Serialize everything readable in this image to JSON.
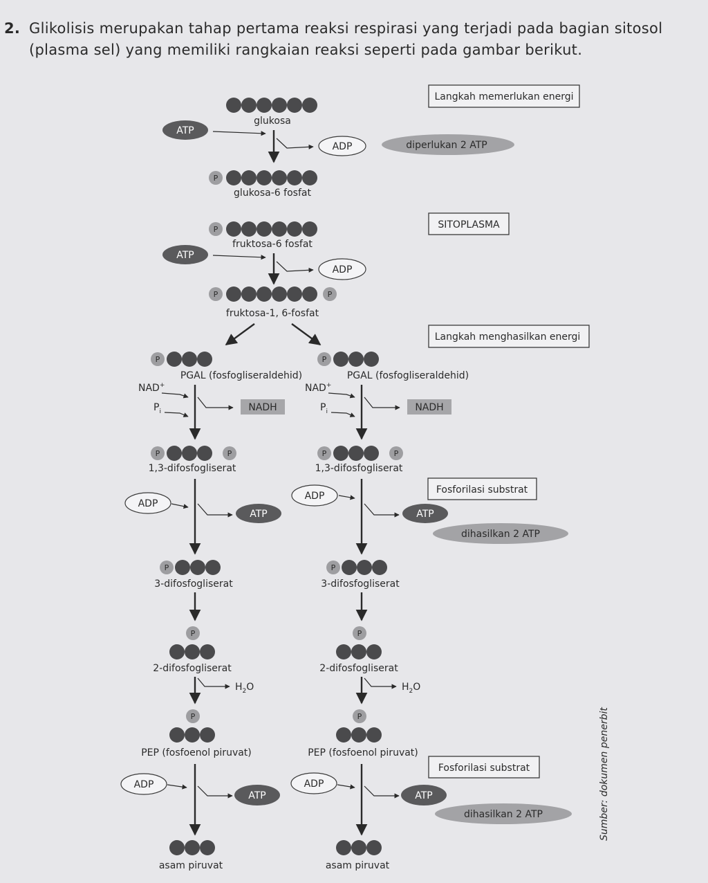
{
  "question": {
    "number": "2.",
    "line1": "Glikolisis merupakan tahap pertama reaksi respirasi yang terjadi pada bagian sitosol",
    "line2": "(plasma sel) yang memiliki rangkaian reaksi seperti pada gambar berikut."
  },
  "boxes": {
    "energy_required": "Langkah memerlukan energi",
    "cytoplasm": "SITOPLASMA",
    "energy_producing": "Langkah menghasilkan energi",
    "substrate_phos_1": "Fosforilasi substrat",
    "substrate_phos_2": "Fosforilasi substrat"
  },
  "ovals": {
    "needed_2atp": "diperlukan 2 ATP",
    "produced_2atp_1": "dihasilkan 2 ATP",
    "produced_2atp_2": "dihasilkan 2 ATP"
  },
  "molecules": {
    "glucose": "glukosa",
    "g6p": "glukosa-6 fosfat",
    "f6p": "fruktosa-6 fosfat",
    "f16bp": "fruktosa-1, 6-fosfat",
    "pgal": "PGAL (fosfogliseraldehid)",
    "bpg13": "1,3-difosfogliserat",
    "pg3": "3-difosfogliserat",
    "pg2": "2-difosfogliserat",
    "pep": "PEP (fosfoenol piruvat)",
    "pyruvate": "asam piruvat"
  },
  "cofactors": {
    "atp": "ATP",
    "adp": "ADP",
    "nad": "NAD",
    "nad_sup": "+",
    "pi": "P",
    "pi_sub": "i",
    "nadh": "NADH",
    "h2o_h": "H",
    "h2o_sub": "2",
    "h2o_o": "O",
    "phosphate": "P"
  },
  "source": "Sumber: dokumen penerbit"
}
